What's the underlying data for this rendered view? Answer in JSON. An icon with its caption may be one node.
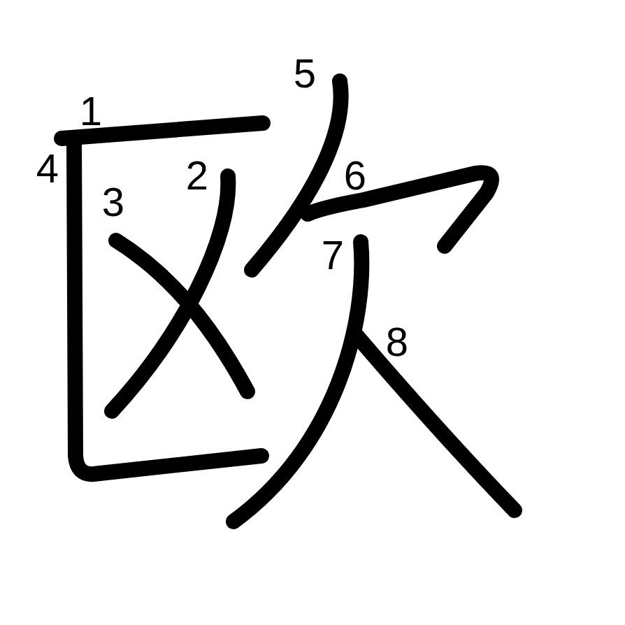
{
  "diagram": {
    "labels": [
      "5",
      "1",
      "4",
      "2",
      "6",
      "3",
      "7",
      "8"
    ]
  }
}
